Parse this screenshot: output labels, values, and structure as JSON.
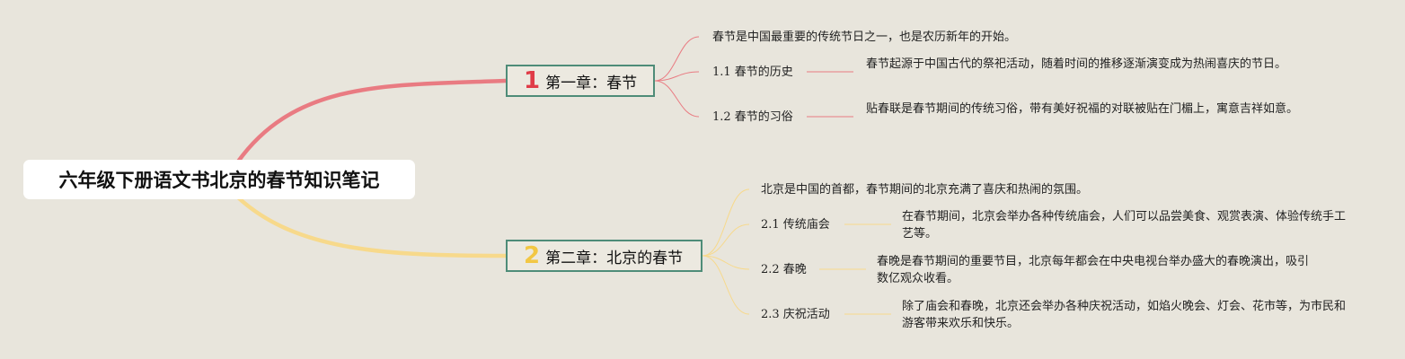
{
  "root": {
    "title": "六年级下册语文书北京的春节知识笔记"
  },
  "colors": {
    "background": "#e8e5dc",
    "chapter_border": "#4e8c78",
    "chapter1_accent": "#e03b47",
    "chapter2_accent": "#f2c744",
    "chapter1_line": "#e97b82",
    "chapter2_line": "#f7d98b"
  },
  "chapters": [
    {
      "number": "1",
      "title": "第一章：春节",
      "intro": "春节是中国最重要的传统节日之一，也是农历新年的开始。",
      "sections": [
        {
          "title": "1.1 春节的历史",
          "text": "春节起源于中国古代的祭祀活动，随着时间的推移逐渐演变成为热闹喜庆的节日。"
        },
        {
          "title": "1.2 春节的习俗",
          "text": "贴春联是春节期间的传统习俗，带有美好祝福的对联被贴在门楣上，寓意吉祥如意。"
        }
      ]
    },
    {
      "number": "2",
      "title": "第二章：北京的春节",
      "intro": "北京是中国的首都，春节期间的北京充满了喜庆和热闹的氛围。",
      "sections": [
        {
          "title": "2.1 传统庙会",
          "text": "在春节期间，北京会举办各种传统庙会，人们可以品尝美食、观赏表演、体验传统手工艺等。"
        },
        {
          "title": "2.2 春晚",
          "text": "春晚是春节期间的重要节目，北京每年都会在中央电视台举办盛大的春晚演出，吸引数亿观众收看。"
        },
        {
          "title": "2.3 庆祝活动",
          "text": "除了庙会和春晚，北京还会举办各种庆祝活动，如焰火晚会、灯会、花市等，为市民和游客带来欢乐和快乐。"
        }
      ]
    }
  ]
}
